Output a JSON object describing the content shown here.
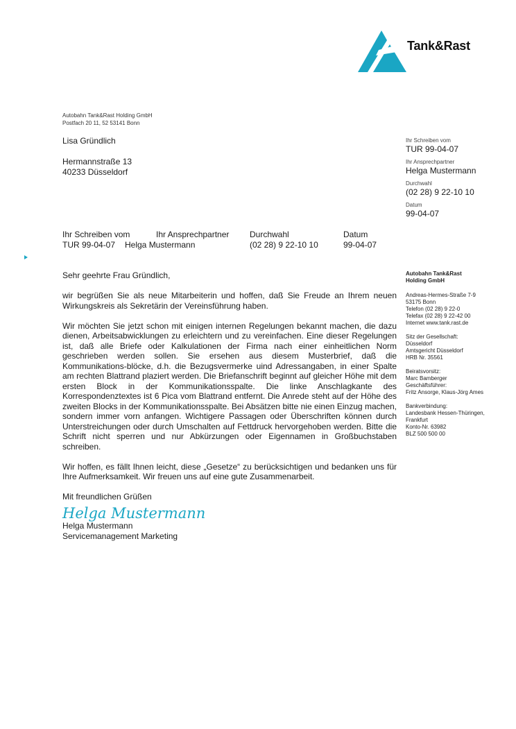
{
  "logo": {
    "text": "Tank&Rast",
    "color": "#1aa6c4"
  },
  "sender_line": [
    "Autobahn Tank&Rast Holding GmbH",
    "Postfach 20 11, 52 53141 Bonn"
  ],
  "recipient": {
    "name": "Lisa Gründlich",
    "street": "Hermannstraße 13",
    "city": "40233 Düsseldorf"
  },
  "reference": {
    "your_letter_label": "Ihr Schreiben vom",
    "your_letter": "TUR 99-04-07",
    "contact_label": "Ihr Ansprechpartner",
    "contact": "Helga Mustermann",
    "direct_label": "Durchwahl",
    "direct": "(02 28) 9 22-10 10",
    "date_label": "Datum",
    "date": "99-04-07"
  },
  "body": {
    "salutation": "Sehr geehrte Frau Gründlich,",
    "paragraphs": [
      "wir begrüßen Sie als neue Mitarbeiterin und hoffen, daß Sie Freude an Ihrem neuen Wirkungskreis als Sekretärin der Vereinsführung haben.",
      "Wir möchten Sie jetzt schon mit einigen internen Regelungen bekannt machen, die dazu dienen, Arbeitsabwicklungen zu erleichtern und zu vereinfachen. Eine dieser Regelungen ist, daß alle Briefe oder Kalkulationen der Firma nach einer einheitlichen Norm geschrieben werden sollen. Sie ersehen aus diesem Musterbrief, daß die Kommunikations-blöcke, d.h. die Bezugsvermerke uind Adressangaben, in einer Spalte am rechten Blattrand plaziert werden. Die Briefanschrift beginnt auf gleicher Höhe mit dem ersten Block in der Kommunikationsspalte. Die linke Anschlagkante des Korrespondenztextes ist 6 Pica vom Blattrand entfernt. Die Anrede steht auf der Höhe des zweiten Blocks in der Kommunikationsspalte. Bei Absätzen bitte nie einen Einzug machen, sondern immer vorn anfangen. Wichtigere Passagen oder Überschriften können durch Unterstreichungen oder durch Umschalten auf Fettdruck hervorgehoben werden. Bitte die Schrift nicht sperren und nur Abkürzungen oder Eigennamen in Großbuchstaben schreiben.",
      "Wir hoffen, es fällt Ihnen leicht, diese „Gesetze“ zu berücksichtigen und bedanken uns für Ihre Aufmerksamkeit. Wir freuen uns auf eine gute Zusammenarbeit."
    ],
    "closing": "Mit freundlichen Grüßen",
    "signature": "Helga Mustermann",
    "signer_name": "Helga Mustermann",
    "signer_title": "Servicemanagement Marketing"
  },
  "sidebar": {
    "company": [
      "Autobahn Tank&Rast",
      "Holding GmbH"
    ],
    "address": [
      "Andreas-Hermes-Straße 7-9",
      "53175 Bonn",
      "Telefon  (02 28) 9 22-0",
      "Telefax  (02 28) 9 22-42 00",
      "Internet www.tank.rast.de"
    ],
    "registry": [
      "Sitz der Gesellschaft:",
      "Düsseldorf",
      "Amtsgericht Düsseldorf",
      "HRB Nr. 35561"
    ],
    "board": [
      "Beiratsvorsitz:",
      "Marc Bamberger",
      "Geschäftsführer:",
      "Fritz Ansorge, Klaus-Jörg Ames"
    ],
    "bank": [
      "Bankverbindung:",
      "Landesbank Hessen-Thüringen,",
      "Frankfurt",
      "Konto-Nr. 63982",
      "BLZ 500 500 00"
    ]
  }
}
